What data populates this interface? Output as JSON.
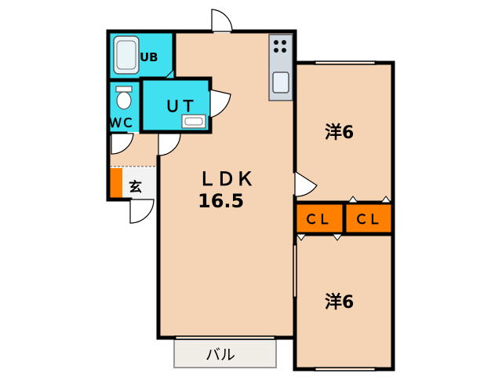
{
  "labels": {
    "ub": "UB",
    "ut": "ＵＴ",
    "wc": "ＷＣ",
    "genkan": "玄",
    "ldk_name": "ＬＤＫ",
    "ldk_size": "16.5",
    "room_upper": "洋6",
    "room_lower": "洋6",
    "closet_left": "ＣＬ",
    "closet_right": "ＣＬ",
    "balcony": "バル"
  },
  "colors": {
    "room_fill": "#f4d4b4",
    "wet_area_fill": "#40e0f0",
    "closet_fill": "#ff8000",
    "balcony_fill": "#f0ece6",
    "wall": "#000000"
  }
}
